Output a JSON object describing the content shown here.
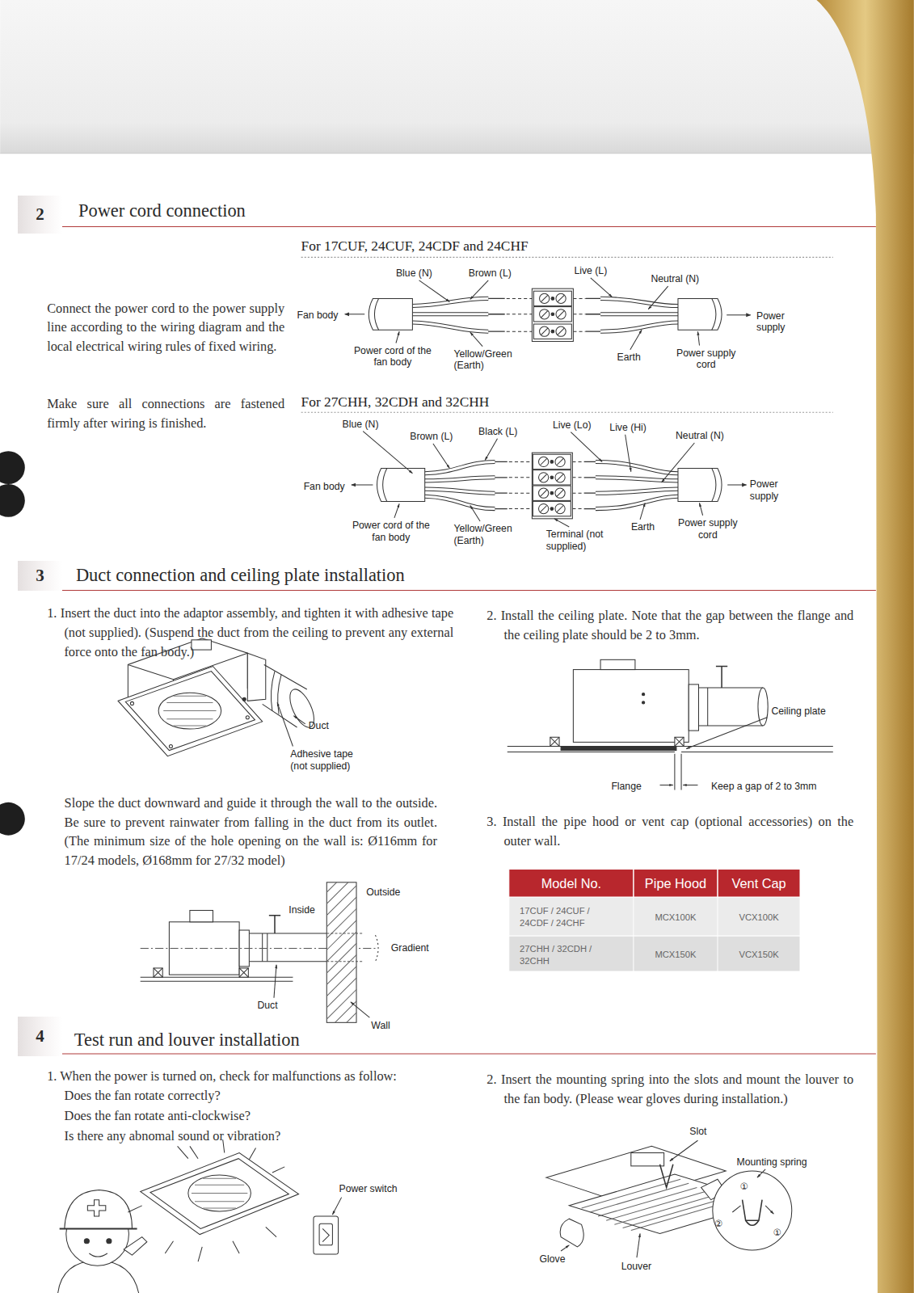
{
  "diagram": {
    "nodes": [
      {
        "text": [
          "2"
        ]
      },
      {
        "text": [
          "3"
        ]
      },
      {
        "text": [
          "4"
        ]
      }
    ],
    "labels": [
      "Power cord connection",
      "For 17CUF, 24CUF, 24CDF and 24CHF",
      "Connect the power cord to the power supply line according to the wiring diagram and the local electrical wiring rules of fixed wiring.",
      "Make sure all connections are fastened firmly after wiring is finished.",
      "Blue (N)",
      "Brown (L)",
      "Live (L)",
      "Neutral (N)",
      "Fan body",
      "Power supply",
      "Power cord of the fan body",
      "Yellow/Green (Earth)",
      "Earth",
      "Power supply cord",
      "For 27CHH, 32CDH and 32CHH",
      "Blue (N)",
      "Brown (L)",
      "Black (L)",
      "Live (Lo)",
      "Live (Hi)",
      "Neutral (N)",
      "Fan body",
      "Power supply",
      "Power cord of the fan body",
      "Yellow/Green (Earth)",
      "Terminal (not supplied)",
      "Earth",
      "Power supply cord",
      "Duct connection and ceiling plate installation",
      "1. Insert the duct into the adaptor assembly, and tighten it with adhesive tape (not supplied). (Suspend the duct from the ceiling to prevent any external force onto the fan body.)",
      "Duct",
      "Adhesive tape (not supplied)",
      "Slope the duct downward and guide it through the wall to the outside. Be sure to prevent rainwater from falling in the duct from its outlet. (The minimum size of the hole opening on the wall is: Ø116mm for 17/24 models, Ø168mm for 27/32 model)",
      "Outside",
      "Inside",
      "Gradient",
      "Duct",
      "Wall",
      "2. Install the ceiling plate. Note that the gap between the flange and the ceiling plate should be 2 to 3mm.",
      "Ceiling plate",
      "Flange",
      "Keep a gap of 2 to 3mm",
      "3. Install the pipe hood or vent cap (optional accessories) on the outer wall.",
      "Model No.",
      "Pipe Hood",
      "Vent Cap",
      "17CUF / 24CUF / 24CDF / 24CHF",
      "MCX100K",
      "VCX100K",
      "27CHH / 32CDH / 32CHH",
      "MCX150K",
      "VCX150K",
      "Test run and louver installation",
      "1. When the power is turned on, check for malfunctions as follow:",
      "Does the fan rotate correctly?",
      "Does the fan rotate anti-clockwise?",
      "Is there any abnomal sound or vibration?",
      "Power switch",
      "2. Insert the mounting spring into the slots and mount the louver to the fan body. (Please wear gloves during installation.)",
      "Slot",
      "Mounting spring",
      "Glove",
      "Louver",
      "①",
      "②",
      "①"
    ]
  }
}
